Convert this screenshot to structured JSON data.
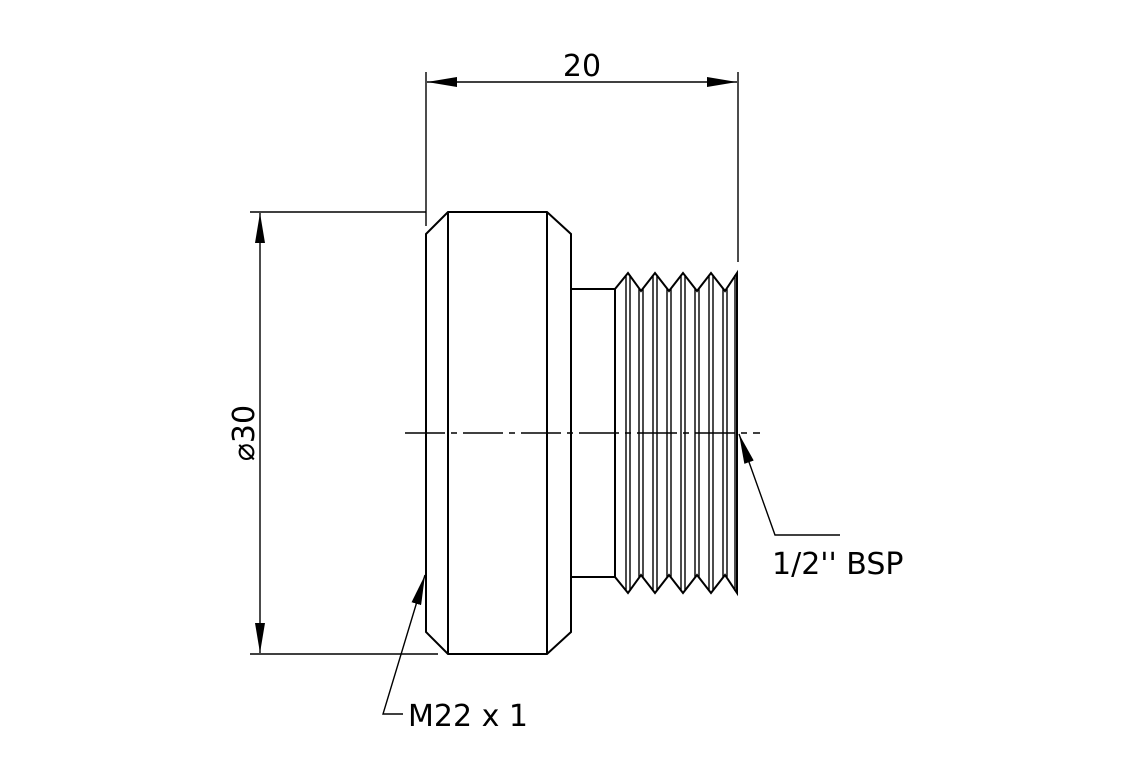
{
  "drawing": {
    "length_dim": "20",
    "diameter_dim": "⌀30",
    "thread_callout_right": "1/2'' BSP",
    "thread_callout_left": "M22 x 1"
  },
  "colors": {
    "line": "#000000",
    "background": "#ffffff"
  }
}
